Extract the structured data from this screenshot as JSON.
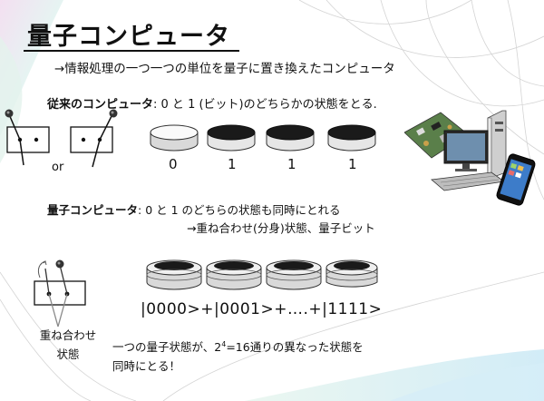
{
  "slide": {
    "title": "量子コンピュータ",
    "subtitle": "→情報処理の一つ一つの単位を量子に置き換えたコンピュータ",
    "classical": {
      "label": "従来のコンピュータ",
      "text": ": 0 と 1 (ビット)のどちらかの状態をとる.",
      "or": "or",
      "bits": [
        "0",
        "1",
        "1",
        "1"
      ]
    },
    "quantum": {
      "label": "量子コンピュータ",
      "text": ": 0 と 1 のどちらの状態も同時にとれる",
      "sub": "→重ね合わせ(分身)状態、量子ビット",
      "ket": "|0000>+|0001>+….+|1111>",
      "note_line1_pre": "一つの量子状態が、2",
      "note_exp": "4",
      "note_line1_post": "=16通りの異なった状態を",
      "note_line2": "同時にとる！",
      "superposition_label_1": "重ね合わせ",
      "superposition_label_2": "状態"
    }
  }
}
